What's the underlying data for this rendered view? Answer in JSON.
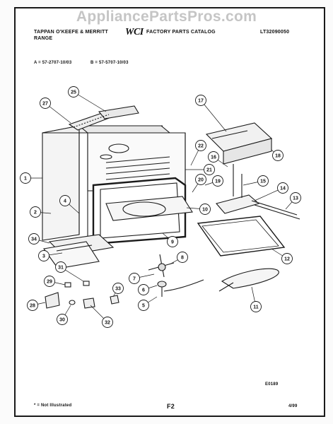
{
  "watermark": "AppliancePartsPros.com",
  "header": {
    "brand_line1": "TAPPAN O'KEEFE & MERRITT",
    "brand_line2": "RANGE",
    "logo": "WCI",
    "catalog_title": "FACTORY PARTS CATALOG",
    "catalog_number": "LT32090050",
    "model_a": "A = 57-2707-10/03",
    "model_b": "B = 57-5707-10/03"
  },
  "footer": {
    "note": "* = Not Illustrated",
    "page": "F2",
    "date": "4/99",
    "drawing_code": "E0189"
  },
  "callouts": [
    "1",
    "2",
    "3",
    "4",
    "5",
    "6",
    "7",
    "8",
    "9",
    "10",
    "11",
    "12",
    "13",
    "14",
    "15",
    "16",
    "17",
    "18",
    "19",
    "20",
    "21",
    "22",
    "25",
    "27",
    "28",
    "29",
    "30",
    "31",
    "32",
    "33",
    "34"
  ]
}
